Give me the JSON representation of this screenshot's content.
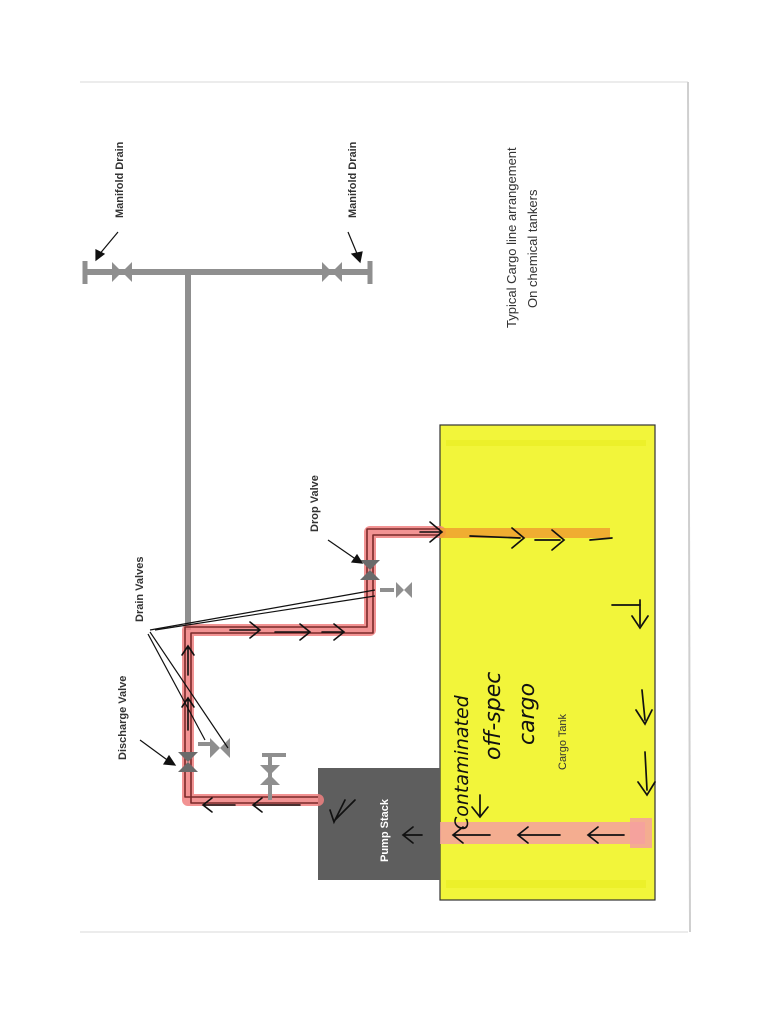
{
  "labels": {
    "manifold_drain_top": "Manifold Drain",
    "manifold_drain_bottom": "Manifold Drain",
    "drop_valve": "Drop Valve",
    "drain_valves": "Drain Valves",
    "discharge_valve": "Discharge Valve",
    "pump_stack": "Pump Stack",
    "cargo_tank": "Cargo Tank",
    "title_line1": "Typical Cargo line arrangement",
    "title_line2": "On chemical tankers"
  },
  "handwriting": {
    "contaminated": "Contaminated",
    "off_spec_line1": "off-spec",
    "off_spec_line2": "cargo"
  },
  "colors": {
    "pipe": "#8f8f8f",
    "highlight": "#f08080",
    "tank_fill": "#f2f53a",
    "pump_stack": "#5e5e5e",
    "ink": "#111111"
  }
}
